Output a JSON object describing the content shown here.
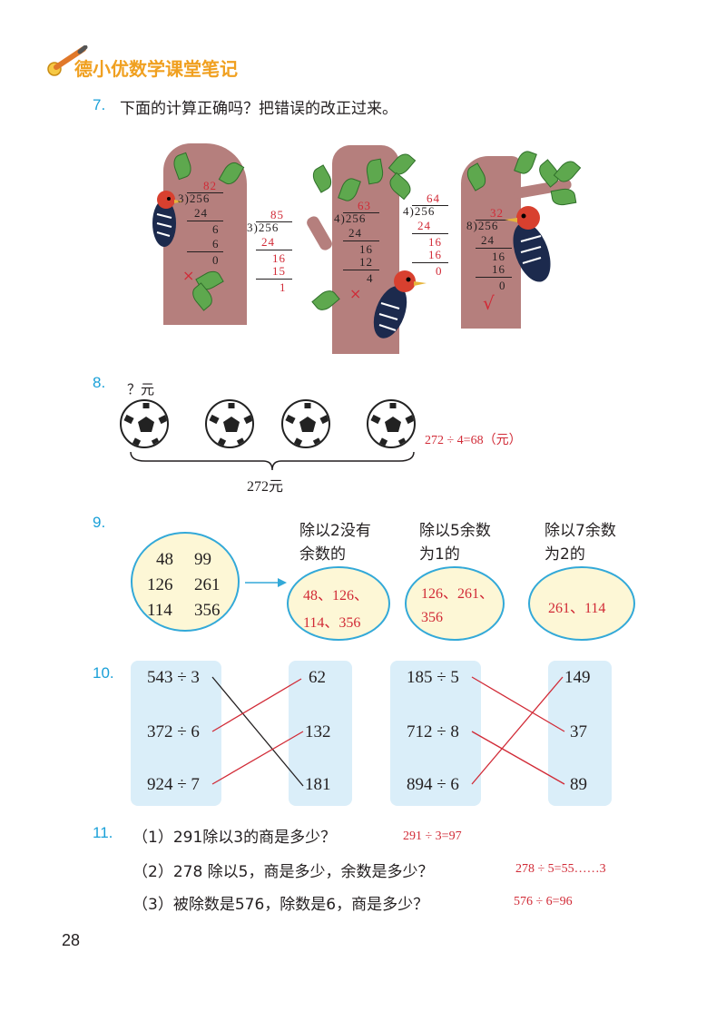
{
  "header": {
    "title": "德小优数学课堂笔记",
    "brand_color": "#f0a020"
  },
  "page_number": "28",
  "q7": {
    "num": "7.",
    "text": "下面的计算正确吗？把错误的改正过来。",
    "wrong_mark": "×",
    "right_mark": "√",
    "problems": [
      {
        "lines": [
          "82",
          "3)256",
          "24",
          "6",
          "6",
          "0"
        ]
      },
      {
        "lines": [
          "85",
          "3)256",
          "24",
          "16",
          "15",
          "1"
        ]
      },
      {
        "lines": [
          "63",
          "4)256",
          "24",
          "16",
          "12",
          "4"
        ]
      },
      {
        "lines": [
          "64",
          "4)256",
          "24",
          "16",
          "16",
          "0"
        ]
      },
      {
        "lines": [
          "32",
          "8)256",
          "24",
          "16",
          "16",
          "0"
        ]
      }
    ]
  },
  "q8": {
    "num": "8.",
    "price_label": "？元",
    "total_label": "272元",
    "answer": "272 ÷ 4=68（元）",
    "ball_count": 4
  },
  "q9": {
    "num": "9.",
    "numbers": [
      "48",
      "99",
      "126",
      "261",
      "114",
      "356"
    ],
    "groups": [
      {
        "title_1": "除以2没有",
        "title_2": "余数的",
        "answer_1": "48、126、",
        "answer_2": "114、356"
      },
      {
        "title_1": "除以5余数",
        "title_2": "为1的",
        "answer_1": "126、261、",
        "answer_2": "356"
      },
      {
        "title_1": "除以7余数",
        "title_2": "为2的",
        "answer_1": "261、114",
        "answer_2": ""
      }
    ]
  },
  "q10": {
    "num": "10.",
    "left_exprs": [
      "543 ÷ 3",
      "372 ÷ 6",
      "924 ÷ 7"
    ],
    "left_results": [
      "62",
      "132",
      "181"
    ],
    "right_exprs": [
      "185 ÷ 5",
      "712 ÷ 8",
      "894 ÷ 6"
    ],
    "right_results": [
      "149",
      "37",
      "89"
    ]
  },
  "q11": {
    "num": "11.",
    "items": [
      {
        "text": "（1）291除以3的商是多少？",
        "answer": "291 ÷ 3=97"
      },
      {
        "text": "（2）278 除以5，商是多少，余数是多少？",
        "answer": "278 ÷ 5=55……3"
      },
      {
        "text": "（3）被除数是576，除数是6，商是多少？",
        "answer": "576 ÷ 6=96"
      }
    ]
  }
}
